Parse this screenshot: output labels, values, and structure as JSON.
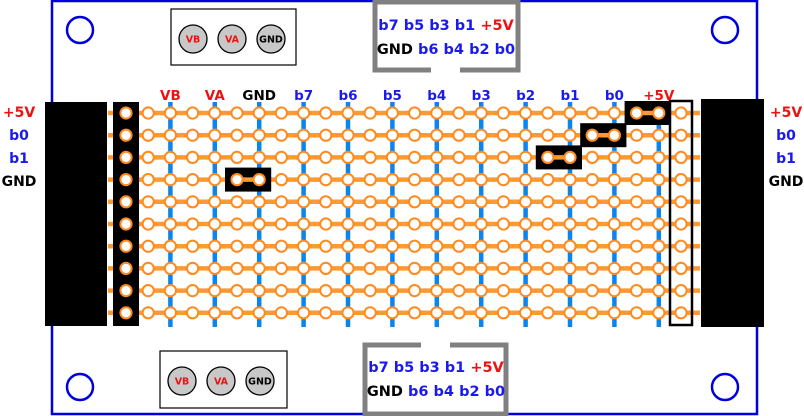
{
  "colors": {
    "frame": "#0000dd",
    "hole_stroke": "#ff8a1f",
    "strip_orange": "#ff9a33",
    "trace_blue": "#0a84ee",
    "label_blue": "#1a1aee",
    "label_red": "#ee1111",
    "label_black": "#000000",
    "header_gray": "#808080",
    "pin_gray": "#c8c8c8",
    "block_black": "#000000"
  },
  "pins_top": [
    {
      "name": "pin-vb",
      "label": "VB",
      "color": "red"
    },
    {
      "name": "pin-va",
      "label": "VA",
      "color": "red"
    },
    {
      "name": "pin-gnd",
      "label": "GND",
      "color": "black"
    }
  ],
  "pins_bottom": [
    {
      "name": "pin-vb",
      "label": "VB",
      "color": "red"
    },
    {
      "name": "pin-va",
      "label": "VA",
      "color": "red"
    },
    {
      "name": "pin-gnd",
      "label": "GND",
      "color": "black"
    }
  ],
  "connector_top": {
    "row1": [
      {
        "text": "b7",
        "color": "blue"
      },
      {
        "text": "b5",
        "color": "blue"
      },
      {
        "text": "b3",
        "color": "blue"
      },
      {
        "text": "b1",
        "color": "blue"
      },
      {
        "text": "+5V",
        "color": "red"
      }
    ],
    "row2": [
      {
        "text": "GND",
        "color": "black"
      },
      {
        "text": "b6",
        "color": "blue"
      },
      {
        "text": "b4",
        "color": "blue"
      },
      {
        "text": "b2",
        "color": "blue"
      },
      {
        "text": "b0",
        "color": "blue"
      }
    ]
  },
  "connector_bottom": {
    "row1": [
      {
        "text": "b7",
        "color": "blue"
      },
      {
        "text": "b5",
        "color": "blue"
      },
      {
        "text": "b3",
        "color": "blue"
      },
      {
        "text": "b1",
        "color": "blue"
      },
      {
        "text": "+5V",
        "color": "red"
      }
    ],
    "row2": [
      {
        "text": "GND",
        "color": "black"
      },
      {
        "text": "b6",
        "color": "blue"
      },
      {
        "text": "b4",
        "color": "blue"
      },
      {
        "text": "b2",
        "color": "blue"
      },
      {
        "text": "b0",
        "color": "blue"
      }
    ]
  },
  "column_labels": [
    {
      "text": "VB",
      "color": "red"
    },
    {
      "text": "VA",
      "color": "red"
    },
    {
      "text": "GND",
      "color": "black"
    },
    {
      "text": "b7",
      "color": "blue"
    },
    {
      "text": "b6",
      "color": "blue"
    },
    {
      "text": "b5",
      "color": "blue"
    },
    {
      "text": "b4",
      "color": "blue"
    },
    {
      "text": "b3",
      "color": "blue"
    },
    {
      "text": "b2",
      "color": "blue"
    },
    {
      "text": "b1",
      "color": "blue"
    },
    {
      "text": "b0",
      "color": "blue"
    },
    {
      "text": "+5V",
      "color": "red"
    }
  ],
  "side_labels_left": [
    {
      "text": "+5V",
      "color": "red"
    },
    {
      "text": "b0",
      "color": "blue"
    },
    {
      "text": "b1",
      "color": "blue"
    },
    {
      "text": "GND",
      "color": "black"
    }
  ],
  "side_labels_right": [
    {
      "text": "+5V",
      "color": "red"
    },
    {
      "text": "b0",
      "color": "blue"
    },
    {
      "text": "b1",
      "color": "blue"
    },
    {
      "text": "GND",
      "color": "black"
    }
  ],
  "grid": {
    "rows": 10,
    "hole_columns": 26,
    "trace_columns": [
      2,
      4,
      6,
      8,
      10,
      12,
      14,
      16,
      18,
      20,
      22,
      24
    ],
    "full_black_column": 0,
    "outlined_column": 25,
    "jumpers": [
      {
        "row": 0,
        "from_col": 23,
        "to_col": 24
      },
      {
        "row": 1,
        "from_col": 21,
        "to_col": 22
      },
      {
        "row": 2,
        "from_col": 19,
        "to_col": 20
      },
      {
        "row": 3,
        "from_col": 5,
        "to_col": 6
      }
    ]
  }
}
